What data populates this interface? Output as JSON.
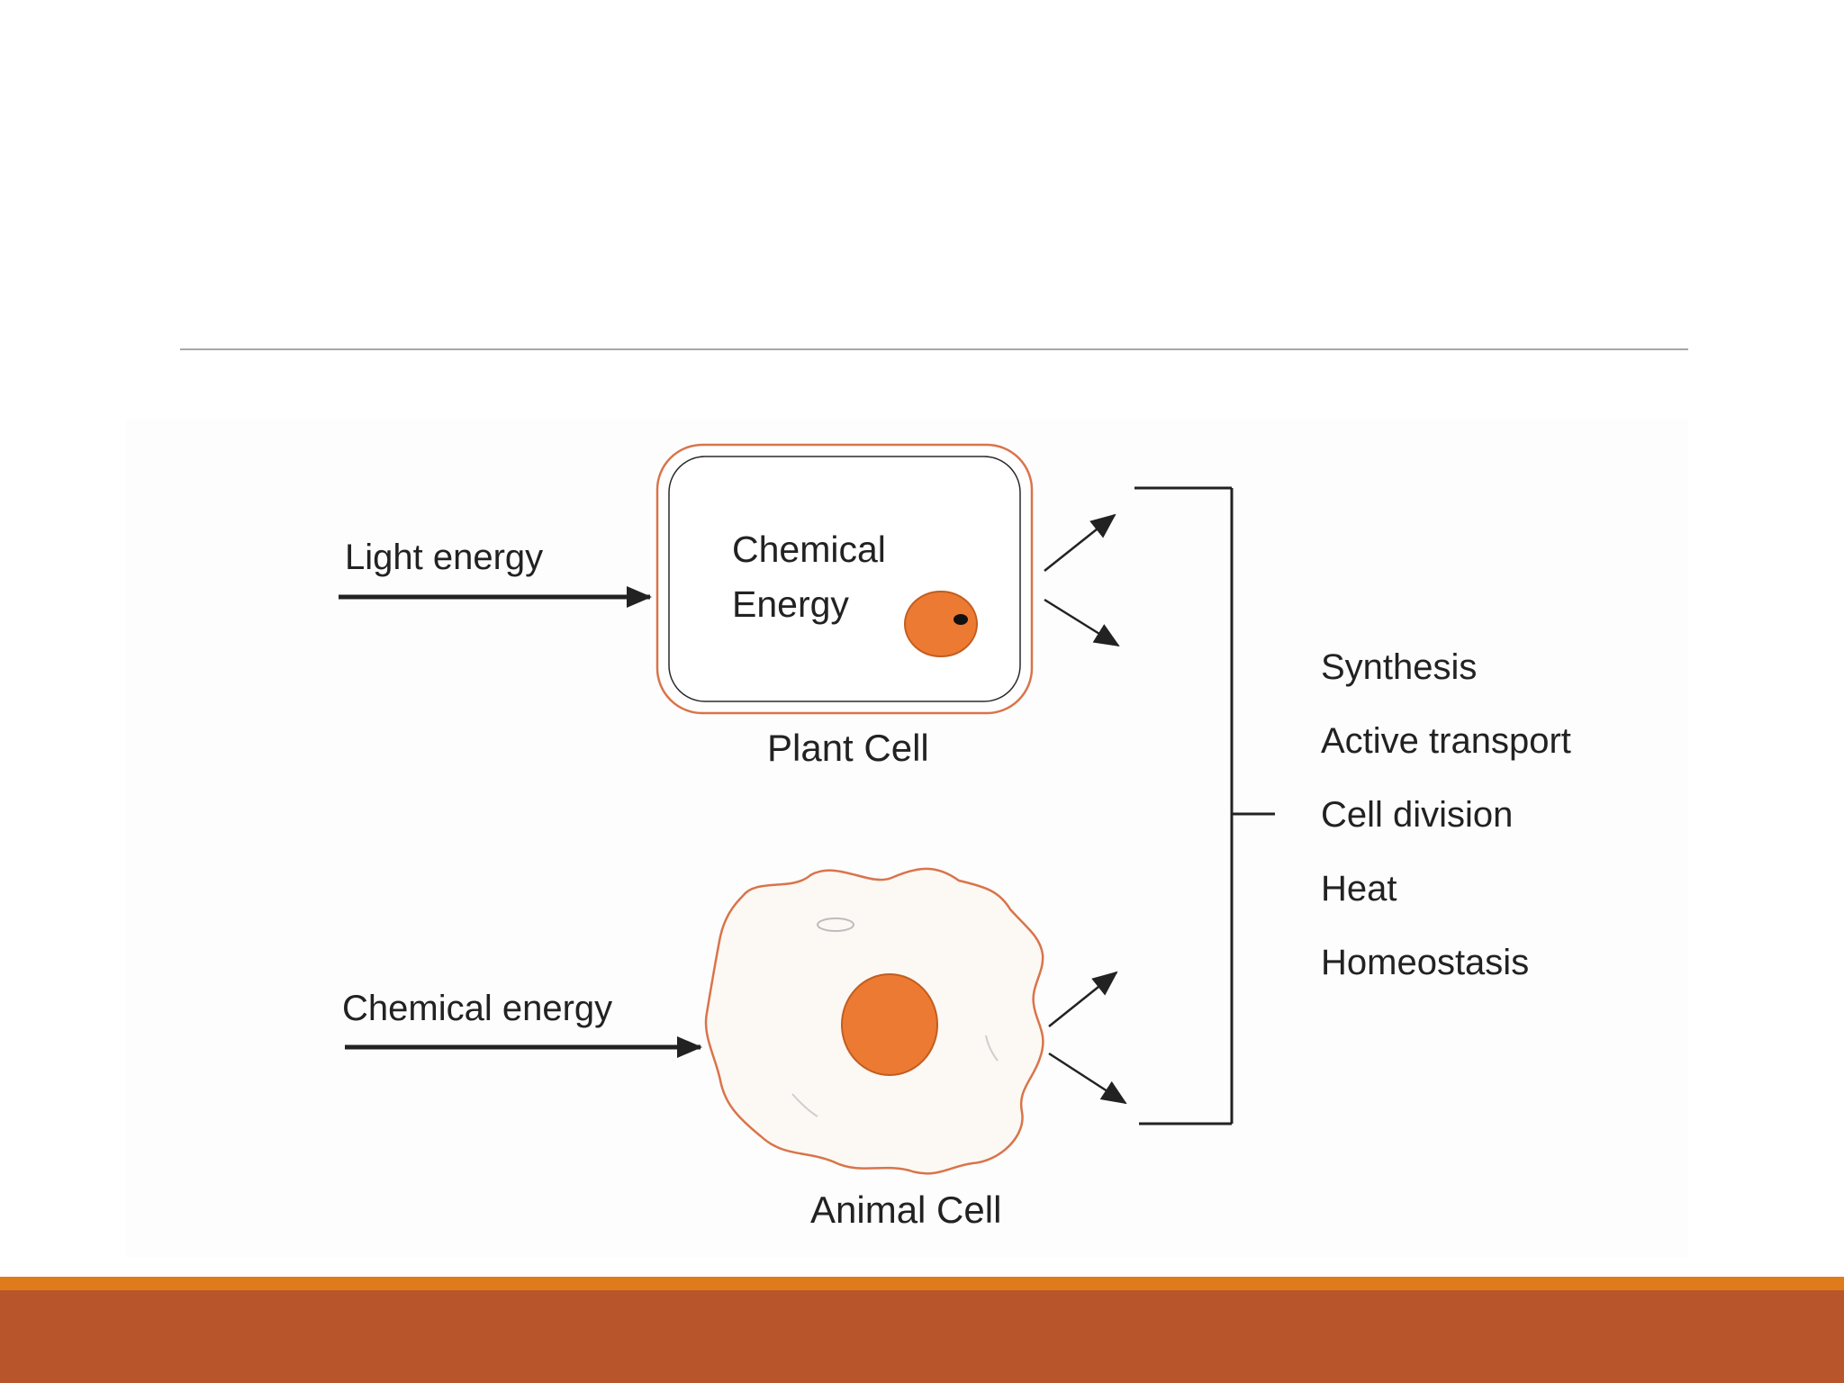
{
  "diagram": {
    "inputs": {
      "light_energy": "Light energy",
      "chemical_energy": "Chemical energy"
    },
    "plant_cell": {
      "inner_text_line1": "Chemical",
      "inner_text_line2": "Energy",
      "label": "Plant Cell"
    },
    "animal_cell": {
      "label": "Animal Cell"
    },
    "outputs": [
      "Synthesis",
      "Active transport",
      "Cell division",
      "Heat",
      "Homeostasis"
    ]
  },
  "colors": {
    "nucleus": "#ec7a32",
    "cell_outline": "#d9744a",
    "footer_bar": "#b9552a",
    "footer_accent": "#e07b1c"
  }
}
